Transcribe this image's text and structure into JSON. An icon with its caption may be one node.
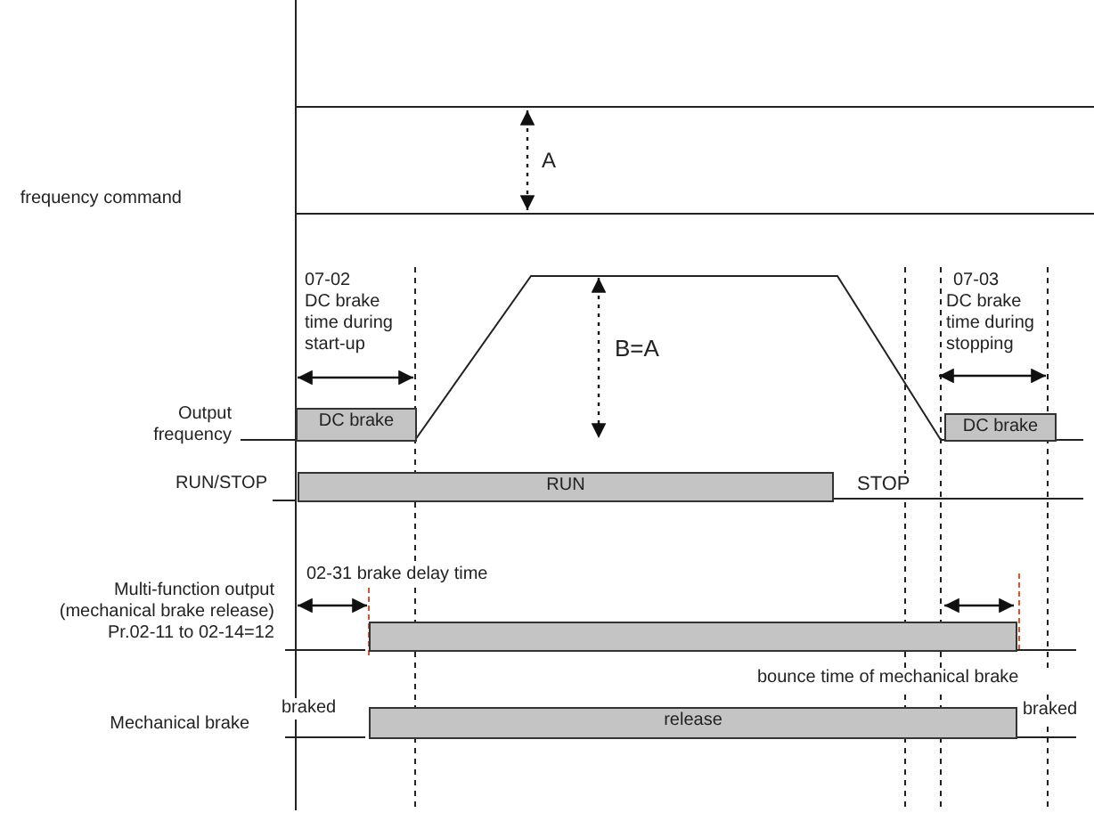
{
  "diagram": {
    "nodes": [
      {
        "text": [
          "DC brake"
        ]
      },
      {
        "text": [
          "DC brake"
        ]
      },
      {
        "text": [
          "RUN"
        ]
      },
      {
        "text": [],
        "shape": "bar"
      },
      {
        "text": [
          "release"
        ]
      }
    ],
    "labels": [
      "A",
      "frequency command",
      "07-02",
      "DC brake time during start-up",
      "07-03",
      "DC brake time during stopping",
      "B=A",
      "Output frequency",
      "RUN/STOP",
      "STOP",
      "02-31 brake delay time",
      "Multi-function output (mechanical brake release) Pr.02-11 to 02-14=12",
      "bounce time of mechanical brake",
      "Mechanical brake",
      "braked",
      "braked"
    ]
  }
}
